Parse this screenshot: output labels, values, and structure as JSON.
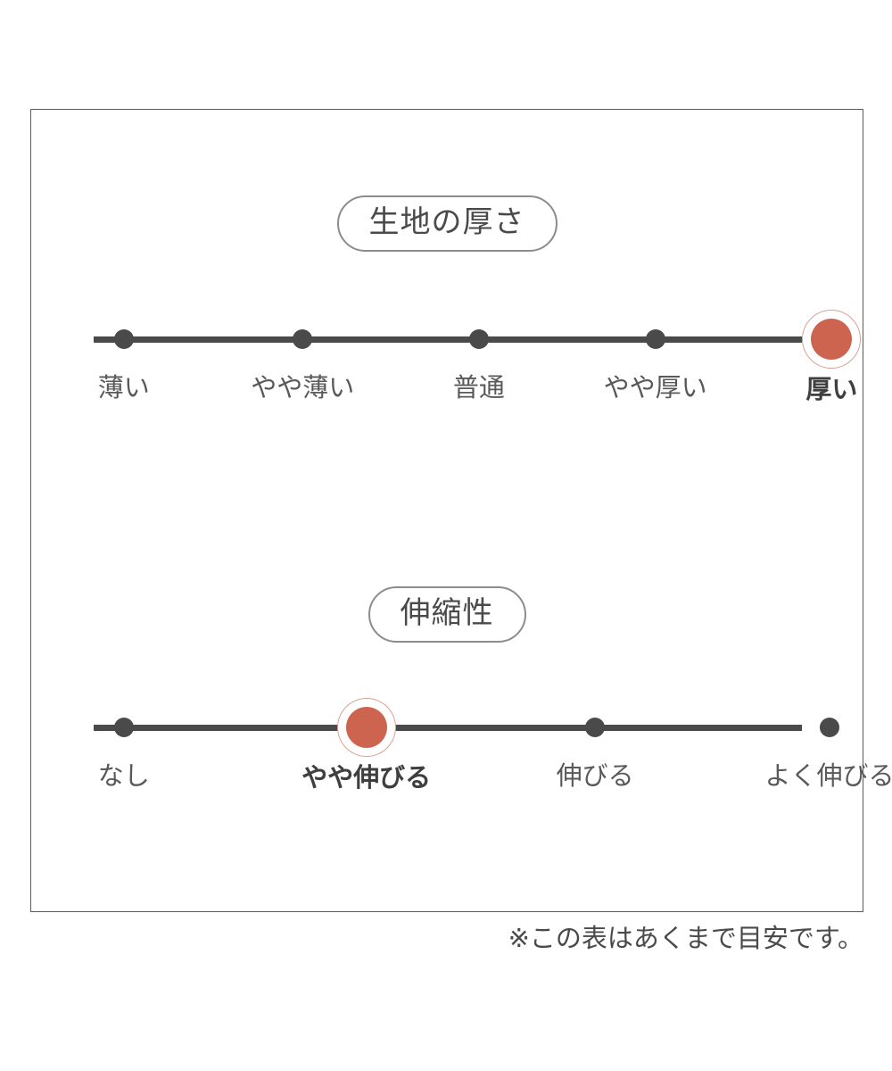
{
  "card": {
    "footnote": "※この表はあくまで目安です。",
    "accent_color": "#cd6450",
    "neutral_color": "#4a4a4a",
    "border_color": "#5a5a5a"
  },
  "sections": [
    {
      "badge_label": "生地の厚さ",
      "stops": [
        {
          "label": "薄い",
          "selected": false
        },
        {
          "label": "やや薄い",
          "selected": false
        },
        {
          "label": "普通",
          "selected": false
        },
        {
          "label": "やや厚い",
          "selected": false
        },
        {
          "label": "厚い",
          "selected": true
        }
      ]
    },
    {
      "badge_label": "伸縮性",
      "stops": [
        {
          "label": "なし",
          "selected": false
        },
        {
          "label": "やや伸びる",
          "selected": true
        },
        {
          "label": "伸びる",
          "selected": false
        },
        {
          "label": "よく伸びる",
          "selected": false
        }
      ]
    }
  ],
  "chart_data": {
    "type": "table",
    "title": "生地の厚さ・伸縮性",
    "annotations": [
      "※この表はあくまで目安です。"
    ],
    "scales": [
      {
        "name": "生地の厚さ",
        "categories": [
          "薄い",
          "やや薄い",
          "普通",
          "やや厚い",
          "厚い"
        ],
        "values": [
          0,
          0,
          0,
          0,
          1
        ],
        "selected_index": 4,
        "selected_label": "厚い",
        "n_steps": 5
      },
      {
        "name": "伸縮性",
        "categories": [
          "なし",
          "やや伸びる",
          "伸びる",
          "よく伸びる"
        ],
        "values": [
          0,
          1,
          0,
          0
        ],
        "selected_index": 1,
        "selected_label": "やや伸びる",
        "n_steps": 4
      }
    ]
  }
}
